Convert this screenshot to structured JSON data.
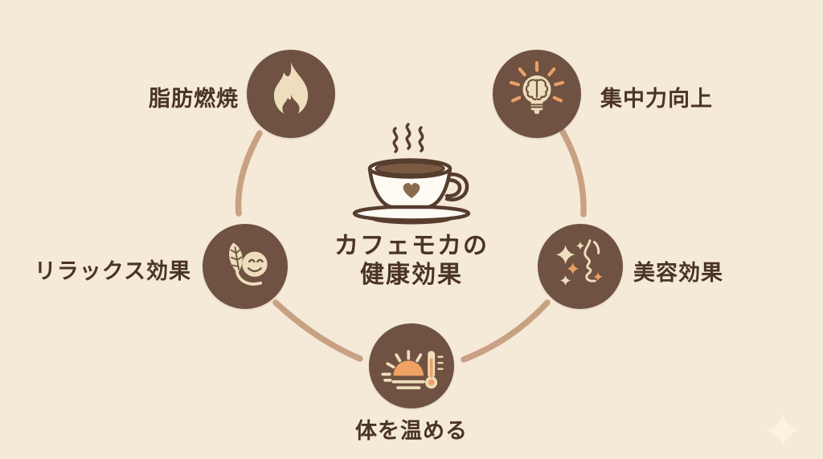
{
  "title": {
    "line1": "カフェモカの",
    "line2": "健康効果"
  },
  "items": [
    {
      "id": "fat-burning",
      "label": "脂肪燃焼",
      "icon": "flame-icon",
      "position": "top-left"
    },
    {
      "id": "concentration",
      "label": "集中力向上",
      "icon": "brain-bulb-icon",
      "position": "top-right"
    },
    {
      "id": "relaxation",
      "label": "リラックス効果",
      "icon": "leaf-smile-icon",
      "position": "middle-left"
    },
    {
      "id": "beauty",
      "label": "美容効果",
      "icon": "face-sparkles-icon",
      "position": "middle-right"
    },
    {
      "id": "warming",
      "label": "体を温める",
      "icon": "sun-thermometer-icon",
      "position": "bottom-center"
    }
  ],
  "center_icon": "coffee-cup-icon",
  "decorations": [
    "sparkle-icon"
  ],
  "colors": {
    "background": "#f5e9d8",
    "node_brown": "#6f5241",
    "icon_cream": "#eedebd",
    "accent_orange": "#ec9f66",
    "text_brown": "#4a3423",
    "connector_tan": "#c8a183",
    "cup_outline": "#563d2d",
    "coffee_brown": "#7a5a43",
    "heart_brown": "#8c6a50",
    "cup_white": "#fdfbf4",
    "corner_sparkle": "#fbf2e2"
  }
}
